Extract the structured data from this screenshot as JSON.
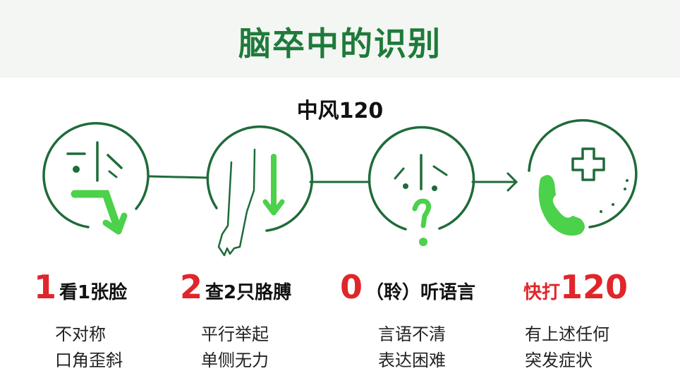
{
  "title": "脑卒中的识别",
  "subtitle": "中风120",
  "colors": {
    "dark_green": "#1f6b3a",
    "light_green": "#4cd14a",
    "red": "#e0262b"
  },
  "steps": [
    {
      "number": "1",
      "label": "看1张脸",
      "desc": [
        "不对称",
        "口角歪斜"
      ],
      "icon": "face-drooping-mouth-icon"
    },
    {
      "number": "2",
      "label": "查2只胳膊",
      "desc": [
        "平行举起",
        "单侧无力"
      ],
      "icon": "arm-falling-icon"
    },
    {
      "number": "0",
      "label": "（聆）听语言",
      "desc": [
        "言语不清",
        "表达困难"
      ],
      "icon": "face-question-mark-icon"
    },
    {
      "number": "120",
      "prefix": "快打",
      "desc": [
        "有上述任何",
        "突发症状"
      ],
      "icon": "phone-medical-cross-icon"
    }
  ]
}
